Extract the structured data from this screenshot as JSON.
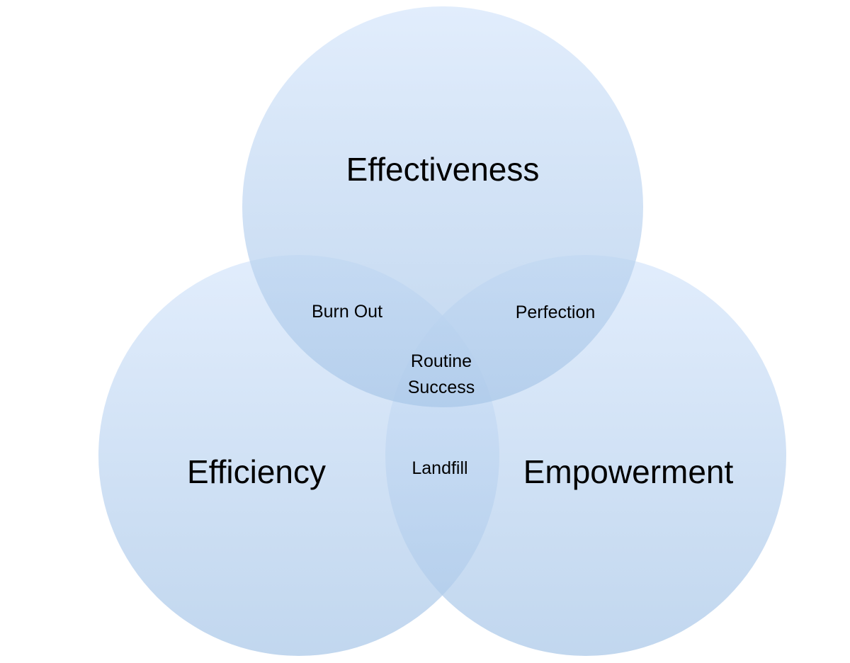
{
  "venn": {
    "fill_top_color": "#d6e6fb",
    "fill_bottom_color": "#a9c7e8",
    "circle_opacity": 0.72,
    "sets": {
      "effectiveness": "Effectiveness",
      "efficiency": "Efficiency",
      "empowerment": "Empowerment"
    },
    "intersections": {
      "effectiveness_efficiency": "Burn Out",
      "effectiveness_empowerment": "Perfection",
      "all_three_line1": "Routine",
      "all_three_line2": "Success",
      "efficiency_empowerment": "Landfill"
    }
  }
}
